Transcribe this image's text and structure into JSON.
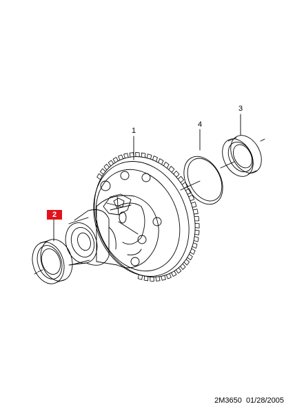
{
  "callouts": {
    "part_1": "1",
    "part_2": "2",
    "part_3": "3",
    "part_4": "4"
  },
  "footer": {
    "drawing_code": "2M3650  01/28/2005"
  },
  "colors": {
    "line": "#000000",
    "highlight": "#e0141c",
    "highlight_text": "#ffffff",
    "background": "#ffffff"
  }
}
